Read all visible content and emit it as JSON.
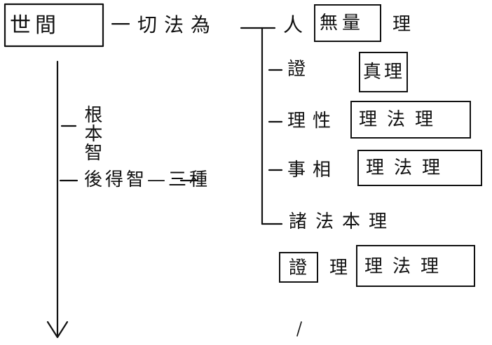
{
  "heading": {
    "boxed_title": "世間",
    "tail": "一切法為",
    "person": "人",
    "person_boxed": "無量",
    "person_tail": "理"
  },
  "left_column": {
    "branch_1": "根本智",
    "branch_2": "後得智—三種"
  },
  "right_branches": [
    {
      "id": "b1",
      "plain": "證",
      "boxed": "真理"
    },
    {
      "id": "b2",
      "plain": "理性",
      "boxed": "理法理"
    },
    {
      "id": "b3",
      "plain": "事相",
      "boxed": "理法理"
    },
    {
      "id": "b4",
      "plain": "諸法本理"
    }
  ],
  "bottom": {
    "boxed_left": "證",
    "middle": "理",
    "boxed_right": "理法理"
  },
  "colors": {
    "ink": "#111111",
    "paper": "#ffffff"
  }
}
